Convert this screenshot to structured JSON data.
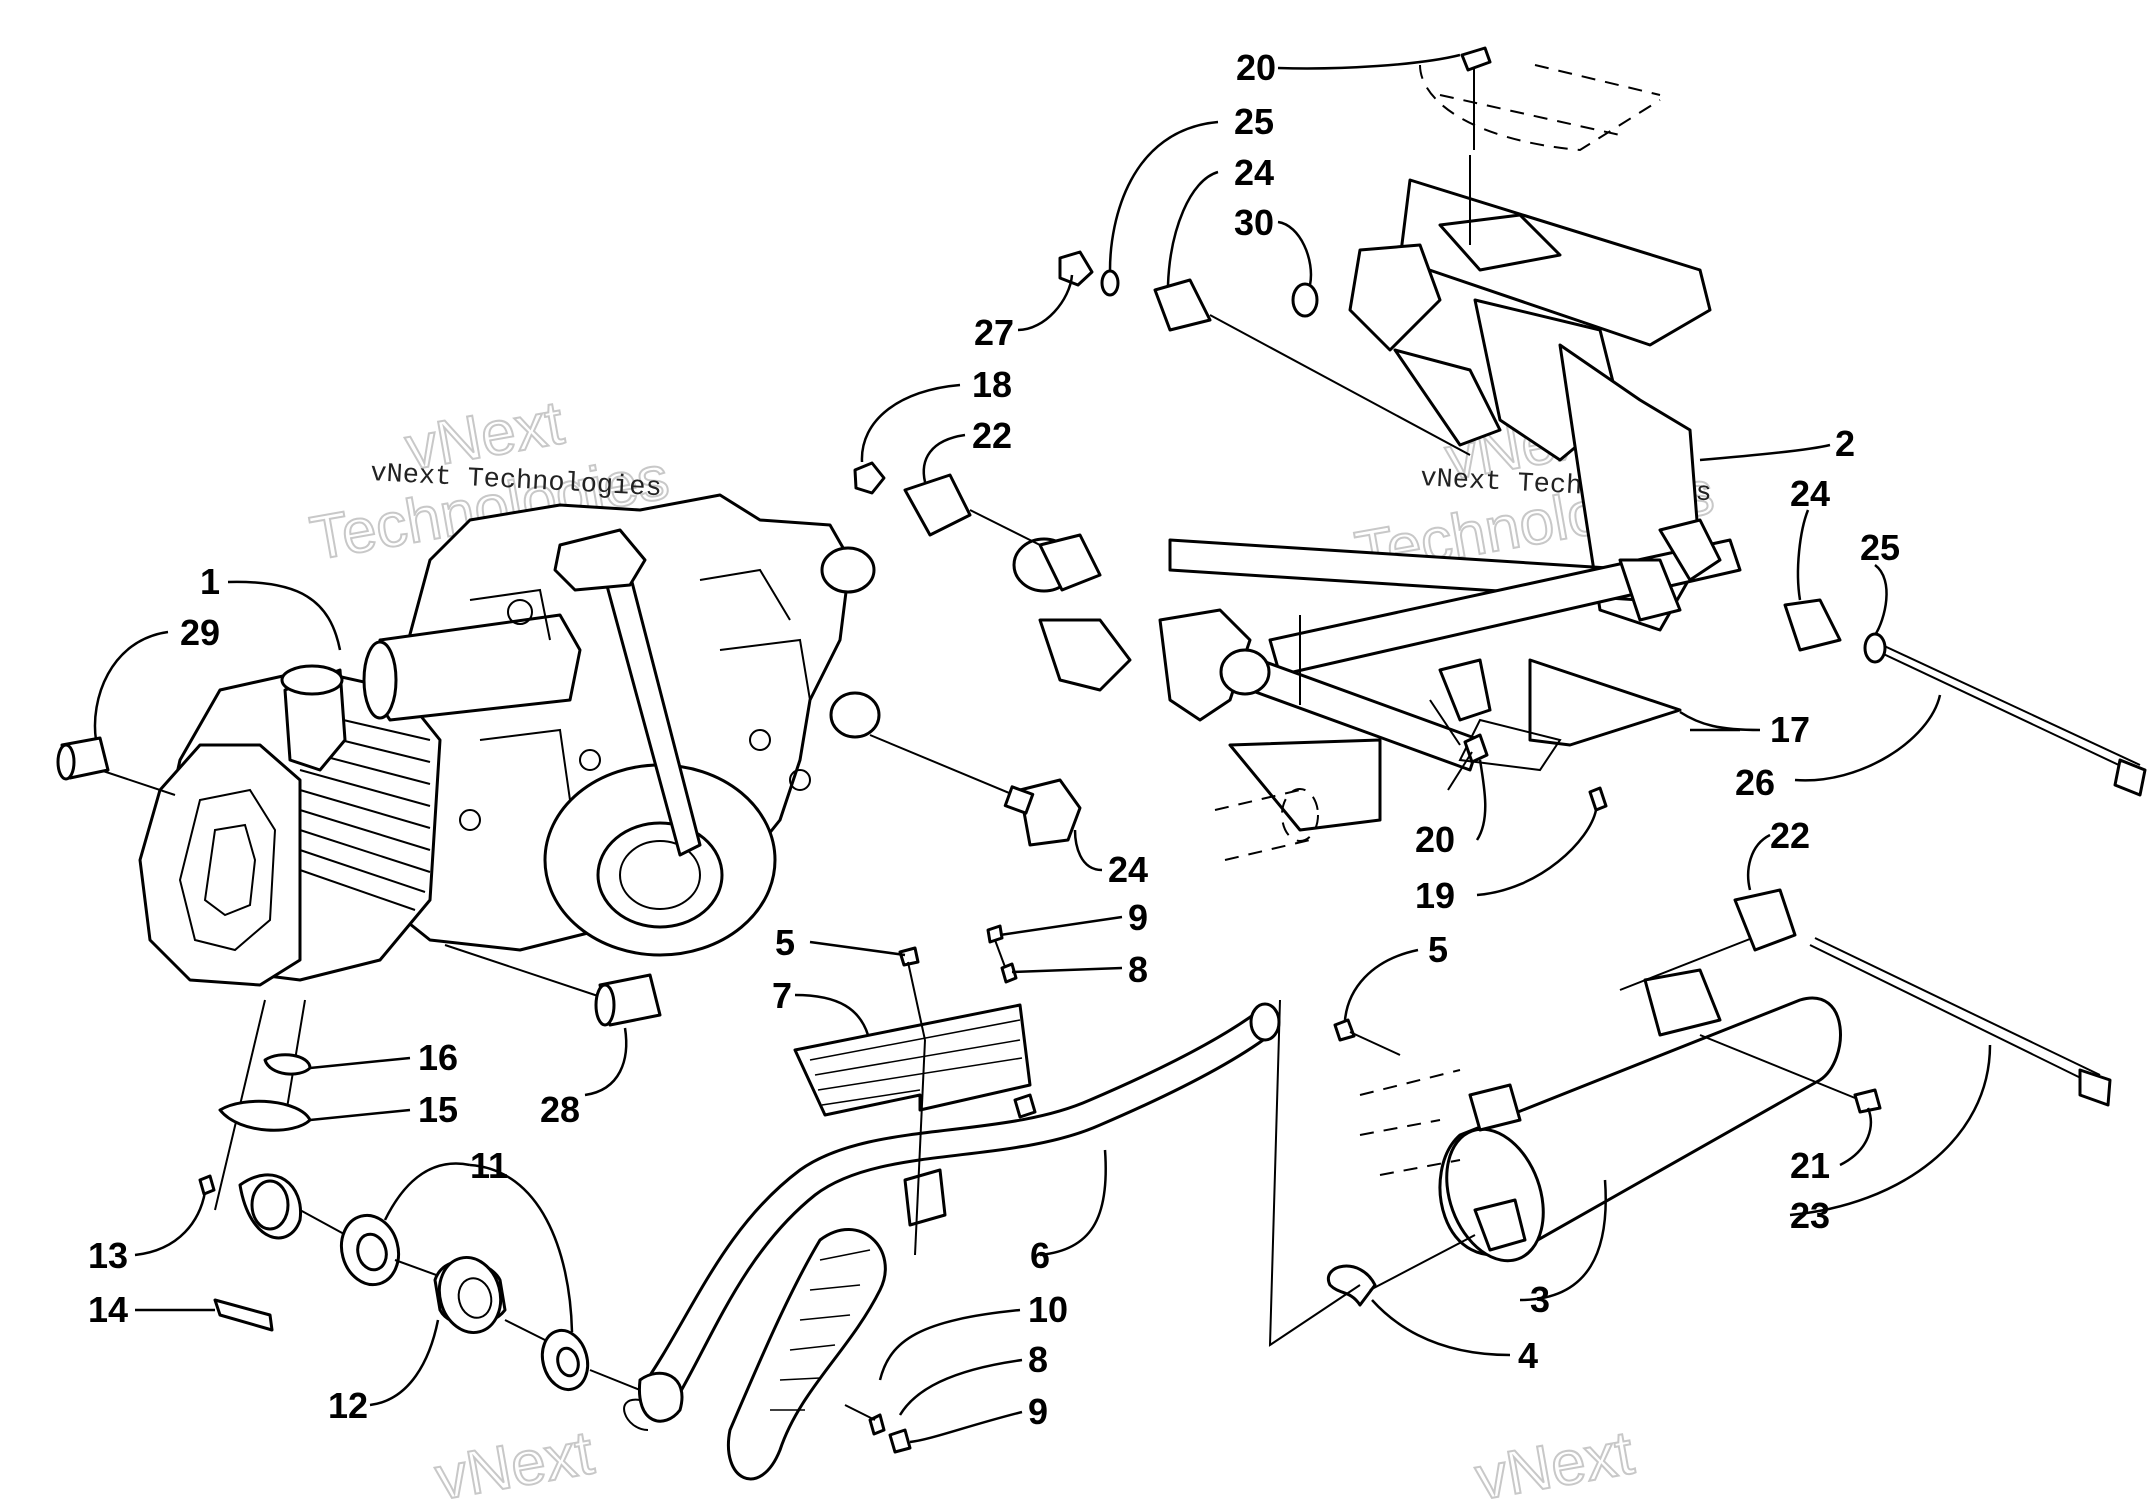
{
  "watermarks": {
    "left_big_1": "vNext",
    "left_big_2": "Technologies",
    "left_small": "vNext Technologies",
    "right_big_1": "vNext",
    "right_big_2": "Technologies",
    "right_small": "vNext Technologies",
    "bottom_left_big": "vNext",
    "bottom_right_big": "vNext"
  },
  "callouts": [
    {
      "id": "c20a",
      "label": "20"
    },
    {
      "id": "c25a",
      "label": "25"
    },
    {
      "id": "c24a",
      "label": "24"
    },
    {
      "id": "c30",
      "label": "30"
    },
    {
      "id": "c27",
      "label": "27"
    },
    {
      "id": "c18",
      "label": "18"
    },
    {
      "id": "c22a",
      "label": "22"
    },
    {
      "id": "c2",
      "label": "2"
    },
    {
      "id": "c24b",
      "label": "24"
    },
    {
      "id": "c25b",
      "label": "25"
    },
    {
      "id": "c1",
      "label": "1"
    },
    {
      "id": "c29",
      "label": "29"
    },
    {
      "id": "c17",
      "label": "17"
    },
    {
      "id": "c26",
      "label": "26"
    },
    {
      "id": "c20b",
      "label": "20"
    },
    {
      "id": "c24c",
      "label": "24"
    },
    {
      "id": "c19",
      "label": "19"
    },
    {
      "id": "c22b",
      "label": "22"
    },
    {
      "id": "c5a",
      "label": "5"
    },
    {
      "id": "c9a",
      "label": "9"
    },
    {
      "id": "c8a",
      "label": "8"
    },
    {
      "id": "c7",
      "label": "7"
    },
    {
      "id": "c5b",
      "label": "5"
    },
    {
      "id": "c16",
      "label": "16"
    },
    {
      "id": "c28",
      "label": "28"
    },
    {
      "id": "c15",
      "label": "15"
    },
    {
      "id": "c11",
      "label": "11"
    },
    {
      "id": "c21",
      "label": "21"
    },
    {
      "id": "c23",
      "label": "23"
    },
    {
      "id": "c13",
      "label": "13"
    },
    {
      "id": "c6",
      "label": "6"
    },
    {
      "id": "c3",
      "label": "3"
    },
    {
      "id": "c14",
      "label": "14"
    },
    {
      "id": "c10",
      "label": "10"
    },
    {
      "id": "c4",
      "label": "4"
    },
    {
      "id": "c8b",
      "label": "8"
    },
    {
      "id": "c12",
      "label": "12"
    },
    {
      "id": "c9b",
      "label": "9"
    }
  ]
}
